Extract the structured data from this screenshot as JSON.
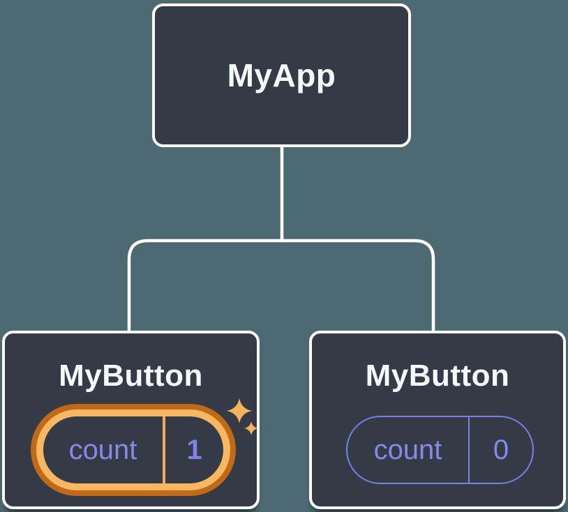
{
  "diagram": {
    "root": {
      "label": "MyApp"
    },
    "children": [
      {
        "label": "MyButton",
        "state_key": "count",
        "state_value": "1",
        "highlighted": true
      },
      {
        "label": "MyButton",
        "state_key": "count",
        "state_value": "0",
        "highlighted": false
      }
    ]
  },
  "icons": {
    "sparkles": "sparkles-icon"
  },
  "colors": {
    "background": "#4D6971",
    "node_fill": "#343B47",
    "node_border": "#FFFFFF",
    "connector": "#FFFFFF",
    "node_label_text": "#F7F8FA",
    "state_text": "#8589E8",
    "state_value_highlight_text": "#7E83E8",
    "highlight_ring_inner": "#F7B763",
    "highlight_ring_outer": "#C06A17",
    "highlight_divider": "#F3AC55",
    "plain_pill_outline": "#7A7FE1",
    "sparkle": "#F6B25C"
  }
}
